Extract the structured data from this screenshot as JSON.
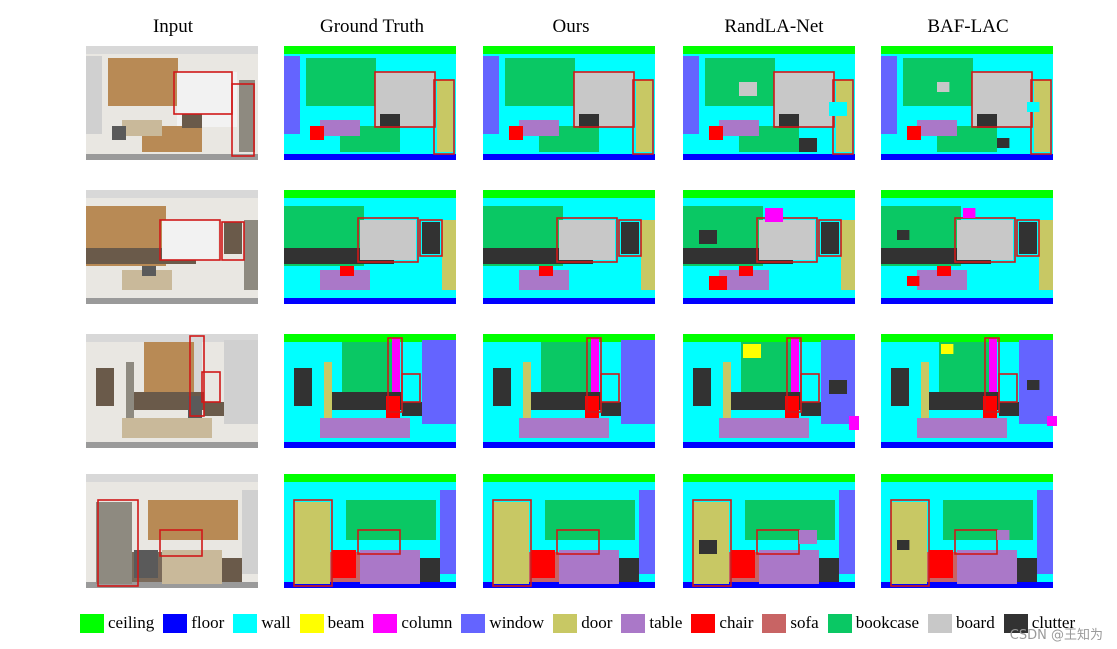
{
  "columns": [
    "Input",
    "Ground Truth",
    "Ours",
    "RandLA-Net",
    "BAF-LAC"
  ],
  "legend": [
    {
      "label": "ceiling",
      "color": "#00ff00"
    },
    {
      "label": "floor",
      "color": "#0000ff"
    },
    {
      "label": "wall",
      "color": "#00ffff"
    },
    {
      "label": "beam",
      "color": "#ffff00"
    },
    {
      "label": "column",
      "color": "#ff00ff"
    },
    {
      "label": "window",
      "color": "#6464ff"
    },
    {
      "label": "door",
      "color": "#c8c864"
    },
    {
      "label": "table",
      "color": "#aa78c8"
    },
    {
      "label": "chair",
      "color": "#ff0000"
    },
    {
      "label": "sofa",
      "color": "#c86464"
    },
    {
      "label": "bookcase",
      "color": "#0ac864"
    },
    {
      "label": "board",
      "color": "#c8c8c8"
    },
    {
      "label": "clutter",
      "color": "#323232"
    }
  ],
  "watermark": "CSDN @王知为"
}
